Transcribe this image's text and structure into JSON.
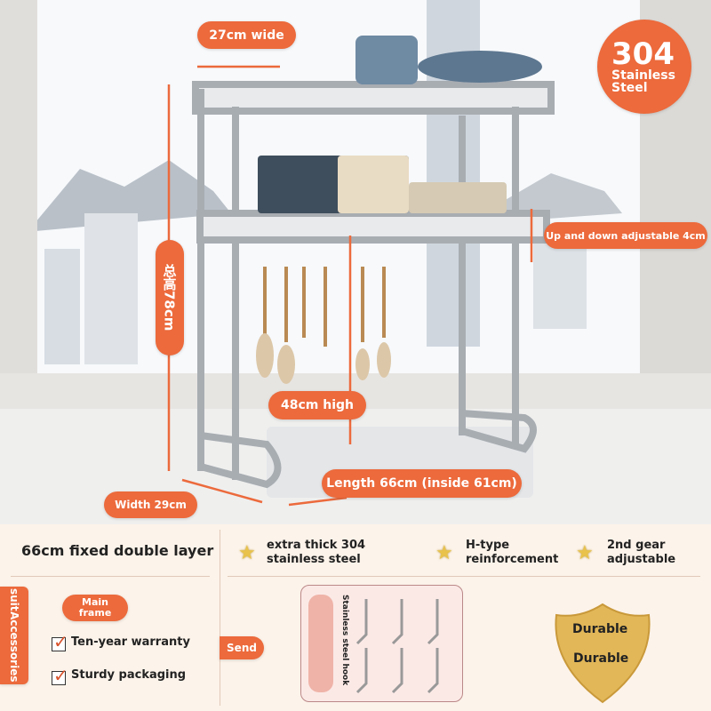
{
  "badge": {
    "number": "304",
    "line1": "Stainless",
    "line2": "Steel"
  },
  "dimensions": {
    "top_width": "27cm wide",
    "total_height": "总高78cm",
    "adjustable": "Up and down adjustable 4cm",
    "inner_height": "48cm high",
    "depth": "Width 29cm",
    "length": "Length 66cm (inside 61cm)"
  },
  "colors": {
    "accent": "#ec6a3c",
    "panel": "#fcf3ea",
    "star": "#e8c24a",
    "shield": "#e2b758"
  },
  "specs": {
    "title": "66cm fixed double layer",
    "features": [
      {
        "icon": "star-icon",
        "line1": "extra thick 304",
        "line2": "stainless steel"
      },
      {
        "icon": "star-icon",
        "line1": "H-type",
        "line2": "reinforcement"
      },
      {
        "icon": "star-icon",
        "line1": "2nd gear",
        "line2": "adjustable"
      }
    ]
  },
  "suit": {
    "label_line1": "suit",
    "label_line2": "Accessories",
    "main_frame_line1": "Main",
    "main_frame_line2": "frame",
    "checks": [
      "Ten-year warranty",
      "Sturdy packaging"
    ],
    "send": "Send",
    "hook_label": "Stainless steel hook",
    "shield_line1": "Durable",
    "shield_line2": "Durable"
  }
}
